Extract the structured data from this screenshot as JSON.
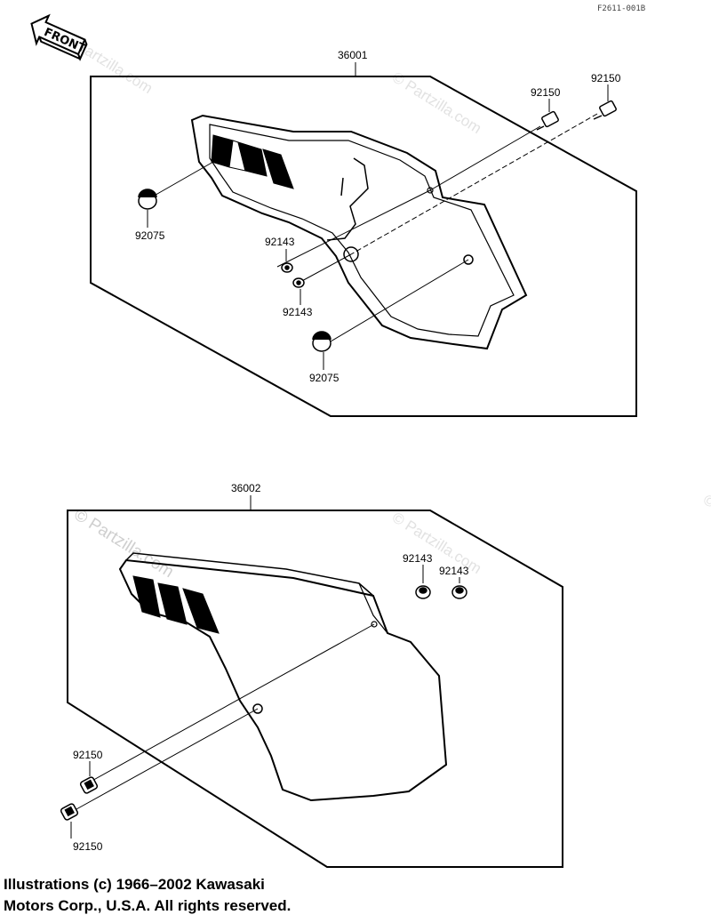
{
  "ref_code": "F2611-001B",
  "front_label": "FRONT",
  "watermark": {
    "big": "© Partzilla.com",
    "small": "© Partzilla.com"
  },
  "upper": {
    "assembly": "36001",
    "parts": {
      "bolt_a": "92150",
      "bolt_b": "92150",
      "grommet_top": "92075",
      "grommet_bottom": "92075",
      "collar_a": "92143",
      "collar_b": "92143"
    }
  },
  "lower": {
    "assembly": "36002",
    "parts": {
      "collar_a": "92143",
      "collar_b": "92143",
      "bolt_a": "92150",
      "bolt_b": "92150"
    }
  },
  "copyright": {
    "line1": "Illustrations (c) 1966–2002 Kawasaki",
    "line2": "Motors Corp., U.S.A.  All rights reserved."
  }
}
